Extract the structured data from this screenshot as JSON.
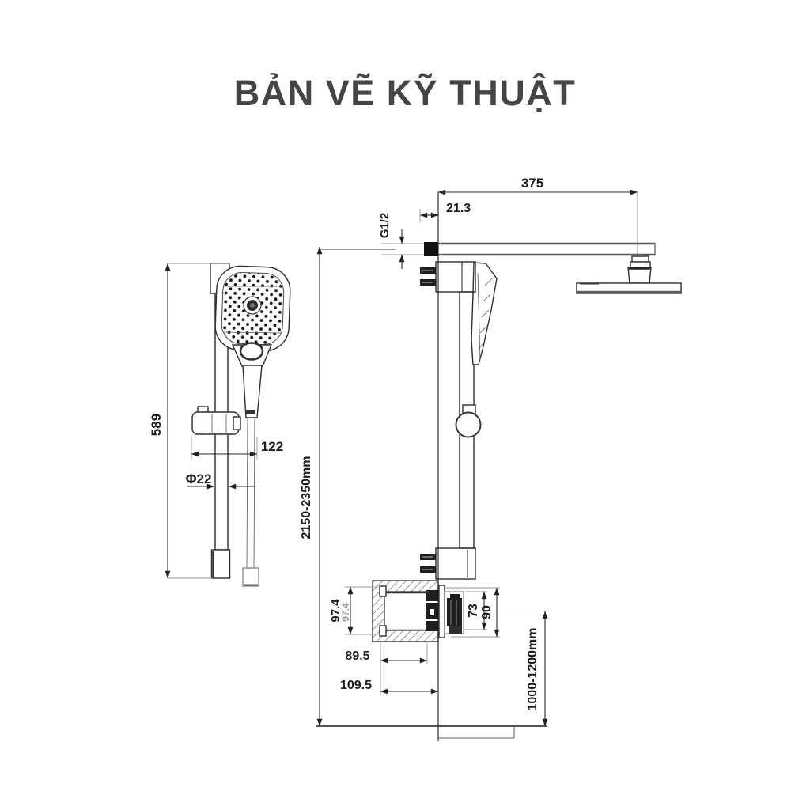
{
  "page": {
    "title": "BẢN VẼ KỸ THUẬT",
    "background": "#ffffff",
    "title_color": "#454545",
    "line_color": "#2b2b2b",
    "extension_line_color": "#9b9b9b"
  },
  "figure": {
    "type": "technical-drawing",
    "subject": "shower-system",
    "views": [
      "hand-shower-with-slide-bar-front-view",
      "shower-column-side-section-view"
    ]
  },
  "dimensions": {
    "slide_bar_length": "589",
    "slider_offset": "122",
    "bar_diameter": "Φ22",
    "column_height_range": "2150-2350mm",
    "arm_length": "375",
    "arm_wall_offset": "21.3",
    "inlet_thread": "G1/2",
    "recess_height": "97.4",
    "recess_height_alt": "97.4",
    "handle_height": "73",
    "trim_height": "90",
    "recess_depth": "89.5",
    "total_depth": "109.5",
    "valve_floor_height_range": "1000-1200mm"
  }
}
